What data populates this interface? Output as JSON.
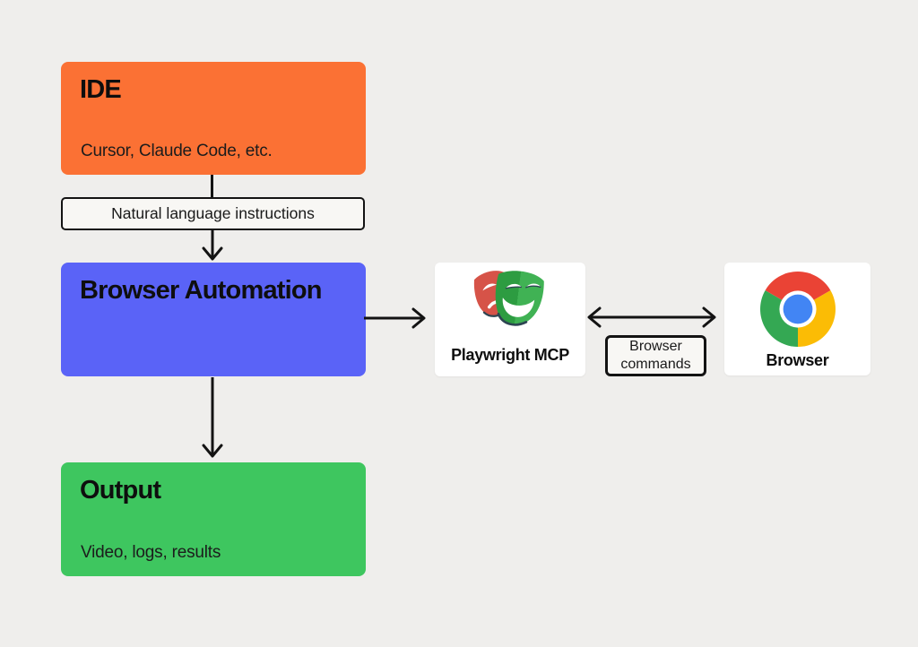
{
  "diagram": {
    "background_color": "#EFEEEC",
    "nodes": {
      "ide": {
        "title": "IDE",
        "subtitle": "Cursor, Claude Code, etc.",
        "color": "#FB7134"
      },
      "browser_automation": {
        "title": "Browser Automation",
        "color": "#5A63F7"
      },
      "output": {
        "title": "Output",
        "subtitle": "Video, logs, results",
        "color": "#3EC65F"
      },
      "playwright_mcp": {
        "label": "Playwright MCP",
        "icon": "playwright-masks-icon"
      },
      "browser": {
        "label": "Browser",
        "icon": "chrome-icon"
      }
    },
    "edge_labels": {
      "natural_language_instructions": "Natural language instructions",
      "browser_commands": "Browser commands"
    }
  }
}
